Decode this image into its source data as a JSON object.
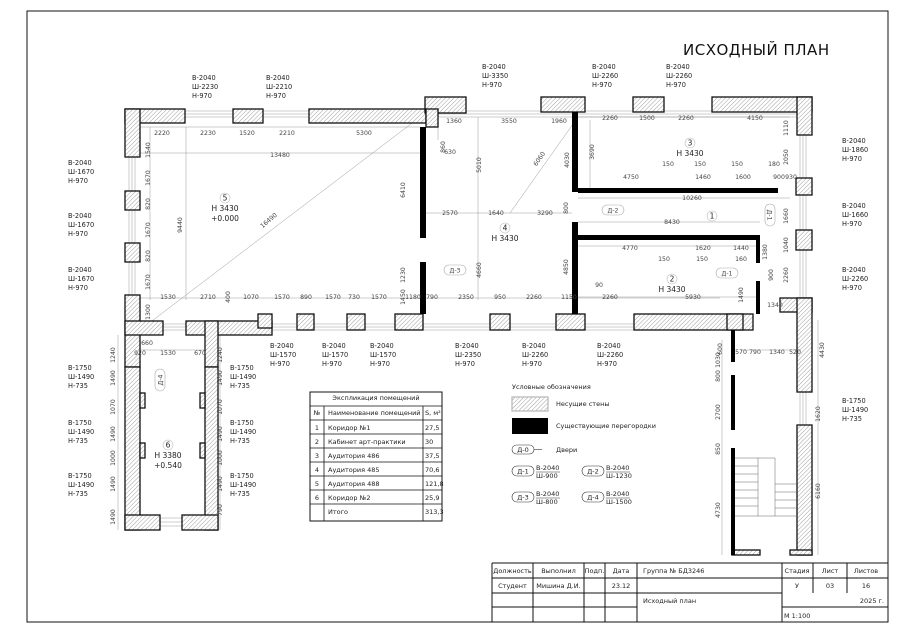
{
  "title": "ИСХОДНЫЙ ПЛАН",
  "windows": [
    [
      "В-2040",
      "Ш-2230",
      "Н-970"
    ],
    [
      "В-2040",
      "Ш-2210",
      "Н-970"
    ],
    [
      "В-2040",
      "Ш-3350",
      "Н-970"
    ],
    [
      "В-2040",
      "Ш-2260",
      "Н-970"
    ],
    [
      "В-2040",
      "Ш-2260",
      "Н-970"
    ],
    [
      "В-2040",
      "Ш-1860",
      "Н-970"
    ],
    [
      "В-2040",
      "Ш-1660",
      "Н-970"
    ],
    [
      "В-2040",
      "Ш-2260",
      "Н-970"
    ],
    [
      "В-2040",
      "Ш-1670",
      "Н-970"
    ],
    [
      "В-2040",
      "Ш-1670",
      "Н-970"
    ],
    [
      "В-2040",
      "Ш-1670",
      "Н-970"
    ],
    [
      "В-2040",
      "Ш-1570",
      "Н-970"
    ],
    [
      "В-2040",
      "Ш-1570",
      "Н-970"
    ],
    [
      "В-2040",
      "Ш-1570",
      "Н-970"
    ],
    [
      "В-2040",
      "Ш-2350",
      "Н-970"
    ],
    [
      "В-2040",
      "Ш-2260",
      "Н-970"
    ],
    [
      "В-2040",
      "Ш-2260",
      "Н-970"
    ],
    [
      "В-1750",
      "Ш-1490",
      "Н-735"
    ],
    [
      "В-1750",
      "Ш-1490",
      "Н-735"
    ],
    [
      "В-1750",
      "Ш-1490",
      "Н-735"
    ],
    [
      "В-1750",
      "Ш-1490",
      "Н-735"
    ],
    [
      "В-1750",
      "Ш-1490",
      "Н-735"
    ],
    [
      "В-1750",
      "Ш-1490",
      "Н-735"
    ],
    [
      "В-1750",
      "Ш-1490",
      "Н-735"
    ]
  ],
  "rooms": [
    {
      "num": "1",
      "lines": []
    },
    {
      "num": "2",
      "lines": [
        "Н 3430"
      ]
    },
    {
      "num": "3",
      "lines": [
        "Н 3430"
      ]
    },
    {
      "num": "4",
      "lines": [
        "Н 3430"
      ]
    },
    {
      "num": "5",
      "lines": [
        "Н 3430",
        "+0.000"
      ]
    },
    {
      "num": "6",
      "lines": [
        "Н 3380",
        "+0.540"
      ]
    }
  ],
  "doors": [
    "Д-3",
    "Д-2",
    "Д-1",
    "Д-1",
    "Д-4"
  ],
  "dimensions": [
    "2220",
    "2230",
    "1520",
    "2210",
    "5300",
    "1360",
    "3550",
    "1960",
    "2260",
    "1500",
    "2260",
    "4150",
    "13480",
    "1540",
    "1670",
    "820",
    "1670",
    "820",
    "1670",
    "9440",
    "16490",
    "860",
    "630",
    "6410",
    "5010",
    "2570",
    "1640",
    "3290",
    "1230",
    "4660",
    "6060",
    "4030",
    "3690",
    "150",
    "150",
    "150",
    "180",
    "4750",
    "1460",
    "1600",
    "900",
    "930",
    "1110",
    "2050",
    "10260",
    "800",
    "8430",
    "1660",
    "1040",
    "4850",
    "4770",
    "1620",
    "1440",
    "150",
    "150",
    "160",
    "1380",
    "900",
    "2260",
    "1490",
    "90",
    "2260",
    "5930",
    "1340",
    "1530",
    "2710",
    "400",
    "1070",
    "1570",
    "890",
    "1570",
    "730",
    "1570",
    "1450",
    "1180",
    "790",
    "2350",
    "950",
    "2260",
    "1150",
    "1300",
    "660",
    "920",
    "1530",
    "670",
    "1240",
    "1490",
    "1070",
    "1490",
    "1000",
    "1490",
    "1490",
    "1240",
    "1490",
    "1070",
    "1490",
    "1000",
    "1490",
    "790",
    "600",
    "1030",
    "570",
    "790",
    "1340",
    "520",
    "4430",
    "800",
    "2700",
    "1620",
    "850",
    "4730",
    "6160"
  ],
  "explication": {
    "title": "Экспликация помещений",
    "headers": [
      "№",
      "Наименование помещений",
      "S, м²"
    ],
    "rows": [
      [
        "1",
        "Коридор №1",
        "27,5"
      ],
      [
        "2",
        "Кабинет арт-практики",
        "30"
      ],
      [
        "3",
        "Аудитория 486",
        "37,5"
      ],
      [
        "4",
        "Аудитория 485",
        "70,6"
      ],
      [
        "5",
        "Аудитория 488",
        "121,8"
      ],
      [
        "6",
        "Коридор №2",
        "25,9"
      ],
      [
        "",
        "Итого",
        "313,3"
      ]
    ]
  },
  "legend": {
    "title": "Условные обозначения",
    "bearing_walls": "Несущие стены",
    "partitions": "Существующие перегородки",
    "door_tag": "Д-0",
    "doors": "Двери",
    "door_types": [
      {
        "tag": "Д-1",
        "h": "В-2040",
        "w": "Ш-900"
      },
      {
        "tag": "Д-2",
        "h": "В-2040",
        "w": "Ш-1230"
      },
      {
        "tag": "Д-3",
        "h": "В-2040",
        "w": "Ш-800"
      },
      {
        "tag": "Д-4",
        "h": "В-2040",
        "w": "Ш-1500"
      }
    ]
  },
  "title_block": {
    "headers": [
      "Должность",
      "Выполнил",
      "Подп.",
      "Дата"
    ],
    "values": [
      "Студент",
      "Мишина Д.И.",
      "",
      "23.12"
    ],
    "group": "Группа № БД3246",
    "sheet_name": "Исходный план",
    "stage_label": "Стадия",
    "sheet_label": "Лист",
    "sheets_label": "Листов",
    "stage": "У",
    "sheet": "03",
    "sheets": "16",
    "year": "2025 г.",
    "scale": "М 1:100"
  }
}
